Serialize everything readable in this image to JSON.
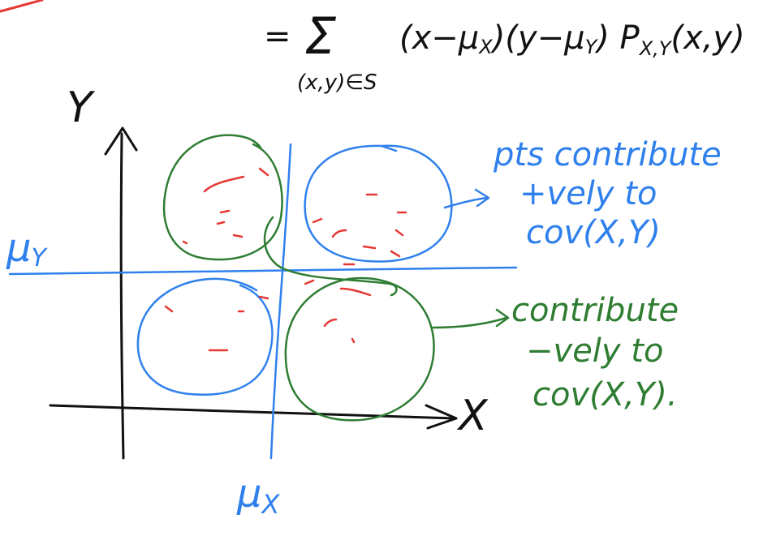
{
  "formula": {
    "equals": "=",
    "sum_symbol": "Σ",
    "sum_subscript": "(x,y)∈S",
    "summand": "(x−μ",
    "summand_x_sub": "X",
    "summand_mid": ")(y−μ",
    "summand_y_sub": "Y",
    "summand_end": ") P",
    "pmf_subscript": "X,Y",
    "pmf_args": "(x,y)"
  },
  "axes": {
    "y_label": "Y",
    "x_label": "X",
    "mu_x_label": "μ",
    "mu_x_sub": "X",
    "mu_y_label": "μ",
    "mu_y_sub": "Y"
  },
  "annotations": {
    "positive": [
      "pts contribute",
      "+vely to",
      "cov(X,Y)"
    ],
    "negative": [
      "contribute",
      "−vely to",
      "cov(X,Y)."
    ]
  },
  "colors": {
    "ink": "#000000",
    "blue": "#2f80ed",
    "green": "#2e7d32",
    "red": "#e53935"
  }
}
